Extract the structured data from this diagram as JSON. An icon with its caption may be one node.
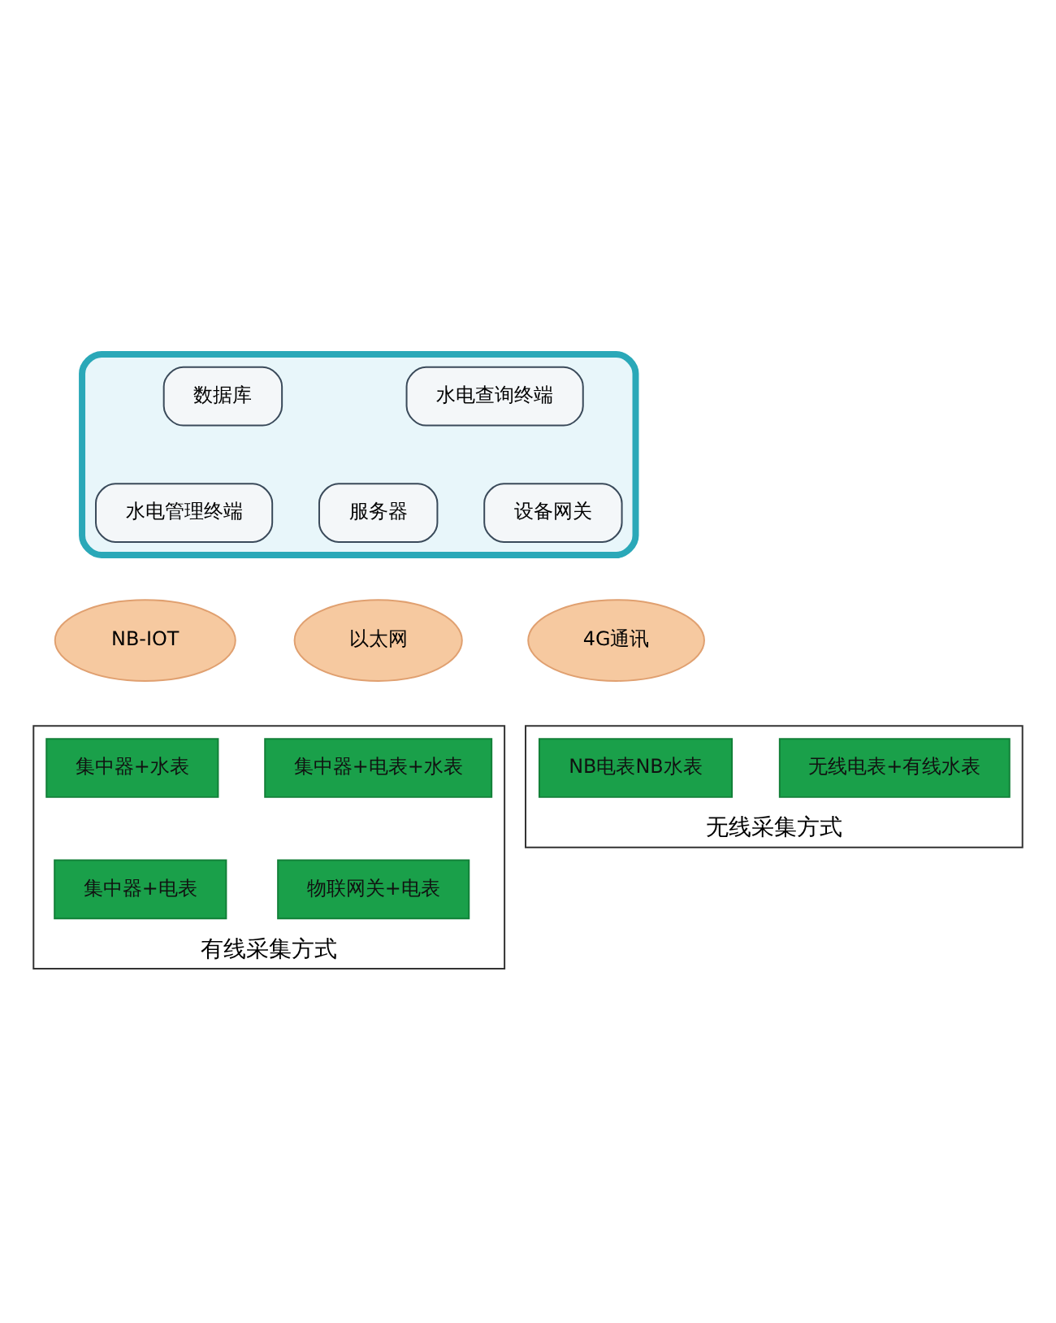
{
  "diagram": {
    "nodes": [
      {
        "text": [],
        "shape": "cloud"
      },
      {
        "text": [
          "数据库"
        ],
        "in": 0
      },
      {
        "text": [
          "水电查询终端"
        ],
        "in": 0
      },
      {
        "text": [
          "水电管理终端"
        ],
        "in": 0
      },
      {
        "text": [
          "服务器"
        ],
        "in": 0
      },
      {
        "text": [
          "设备网关"
        ],
        "in": 0
      },
      {
        "text": [
          "NB-IOT"
        ]
      },
      {
        "text": [
          "以太网"
        ]
      },
      {
        "text": [
          "4G通讯"
        ]
      },
      {
        "text": [
          "有线采集方式"
        ]
      },
      {
        "text": [
          "集中器+水表"
        ],
        "in": 9
      },
      {
        "text": [
          "集中器+电表+水表"
        ],
        "in": 9
      },
      {
        "text": [
          "集中器+电表"
        ],
        "in": 9
      },
      {
        "text": [
          "物联网关+电表"
        ],
        "in": 9
      },
      {
        "text": [
          "无线采集方式"
        ]
      },
      {
        "text": [
          "NB电表NB水表"
        ],
        "in": 14
      },
      {
        "text": [
          "无线电表+有线水表"
        ],
        "in": 14
      }
    ],
    "edges": []
  }
}
